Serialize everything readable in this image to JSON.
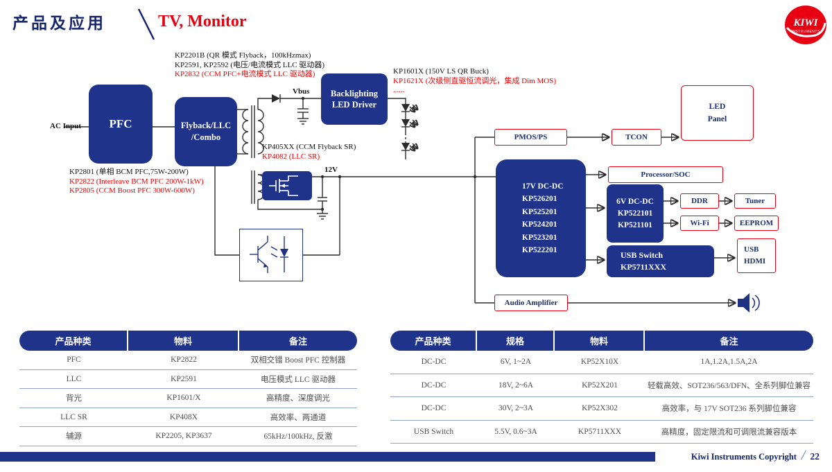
{
  "header": {
    "title": "产品及应用",
    "subtitle": "TV, Monitor",
    "logo": {
      "brand": "KIWI",
      "sub": "INSTRUMENTS"
    }
  },
  "colors": {
    "navy": "#20338b",
    "brand_red": "#e60012",
    "annotation_red": "#f20000",
    "wire": "#2b2b2b",
    "table_divider": "#8aa2cc"
  },
  "diagram": {
    "labels": {
      "ac_input": "AC Input",
      "vbus": "Vbus",
      "v12": "12V"
    },
    "annotations": {
      "flyback": [
        "KP2201B (QR 模式 Flyback，100kHzmax)",
        "KP2591, KP2592 (电压/电流模式 LLC 驱动器)",
        "KP2832 (CCM PFC+电流模式 LLC 驱动器)"
      ],
      "buck": [
        "KP1601X (150V LS QR Buck)",
        "KP1621X (次级侧直驱恒流调光，集成 Dim MOS)",
        "......"
      ],
      "sr": [
        "KP405XX (CCM Flyback SR)",
        "KP4082 (LLC SR)"
      ],
      "pfc": [
        "KP2801 (单相 BCM PFC,75W-200W)",
        "KP2822 (Interleave BCM PFC 200W-1kW)",
        "KP2805 (CCM Boost PFC 300W-600W)"
      ]
    },
    "blocks": {
      "pfc": "PFC",
      "flyback": [
        "Flyback/LLC",
        "/Combo"
      ],
      "backlight": [
        "Backlighting",
        "LED Driver"
      ],
      "dcdc17": [
        "17V DC-DC",
        "KP526201",
        "KP525201",
        "KP524201",
        "KP523201",
        "KP522201"
      ],
      "dcdc6": [
        "6V DC-DC",
        "KP522101",
        "KP521101"
      ],
      "usb_switch": [
        "USB Switch",
        "KP5711XXX"
      ]
    },
    "boxes": {
      "pmos": "PMOS/PS",
      "tcon": "TCON",
      "led_panel": [
        "LED",
        "Panel"
      ],
      "processor": "Processor/SOC",
      "ddr": "DDR",
      "tuner": "Tuner",
      "wifi": "Wi-Fi",
      "eeprom": "EEPROM",
      "usb_hdmi": [
        "USB",
        "HDMI"
      ],
      "audio": "Audio Amplifier"
    }
  },
  "tables": {
    "left": {
      "headers": [
        "产品种类",
        "物料",
        "备注"
      ],
      "rows": [
        [
          "PFC",
          "KP2822",
          "双相交错 Boost PFC 控制器"
        ],
        [
          "LLC",
          "KP2591",
          "电压模式 LLC 驱动器"
        ],
        [
          "背光",
          "KP1601/X",
          "高精度、深度调光"
        ],
        [
          "LLC SR",
          "KP408X",
          "高效率、两通道"
        ],
        [
          "辅源",
          "KP2205, KP3637",
          "65kHz/100kHz, 反激"
        ]
      ]
    },
    "right": {
      "headers": [
        "产品种类",
        "规格",
        "物料",
        "备注"
      ],
      "rows": [
        [
          "DC-DC",
          "6V, 1~2A",
          "KP52X10X",
          "1A,1.2A,1.5A,2A"
        ],
        [
          "DC-DC",
          "18V, 2~6A",
          "KP52X201",
          "轻载高效、SOT236/563/DFN、全系列脚位兼容"
        ],
        [
          "DC-DC",
          "30V, 2~3A",
          "KP52X302",
          "高效率，与 17V SOT236 系列脚位兼容"
        ],
        [
          "USB Switch",
          "5.5V, 0.6~3A",
          "KP5711XXX",
          "高精度，固定限流和可调限流兼容版本"
        ]
      ]
    }
  },
  "footer": {
    "copyright": "Kiwi Instruments Copyright",
    "slash": "/",
    "page": "22"
  }
}
